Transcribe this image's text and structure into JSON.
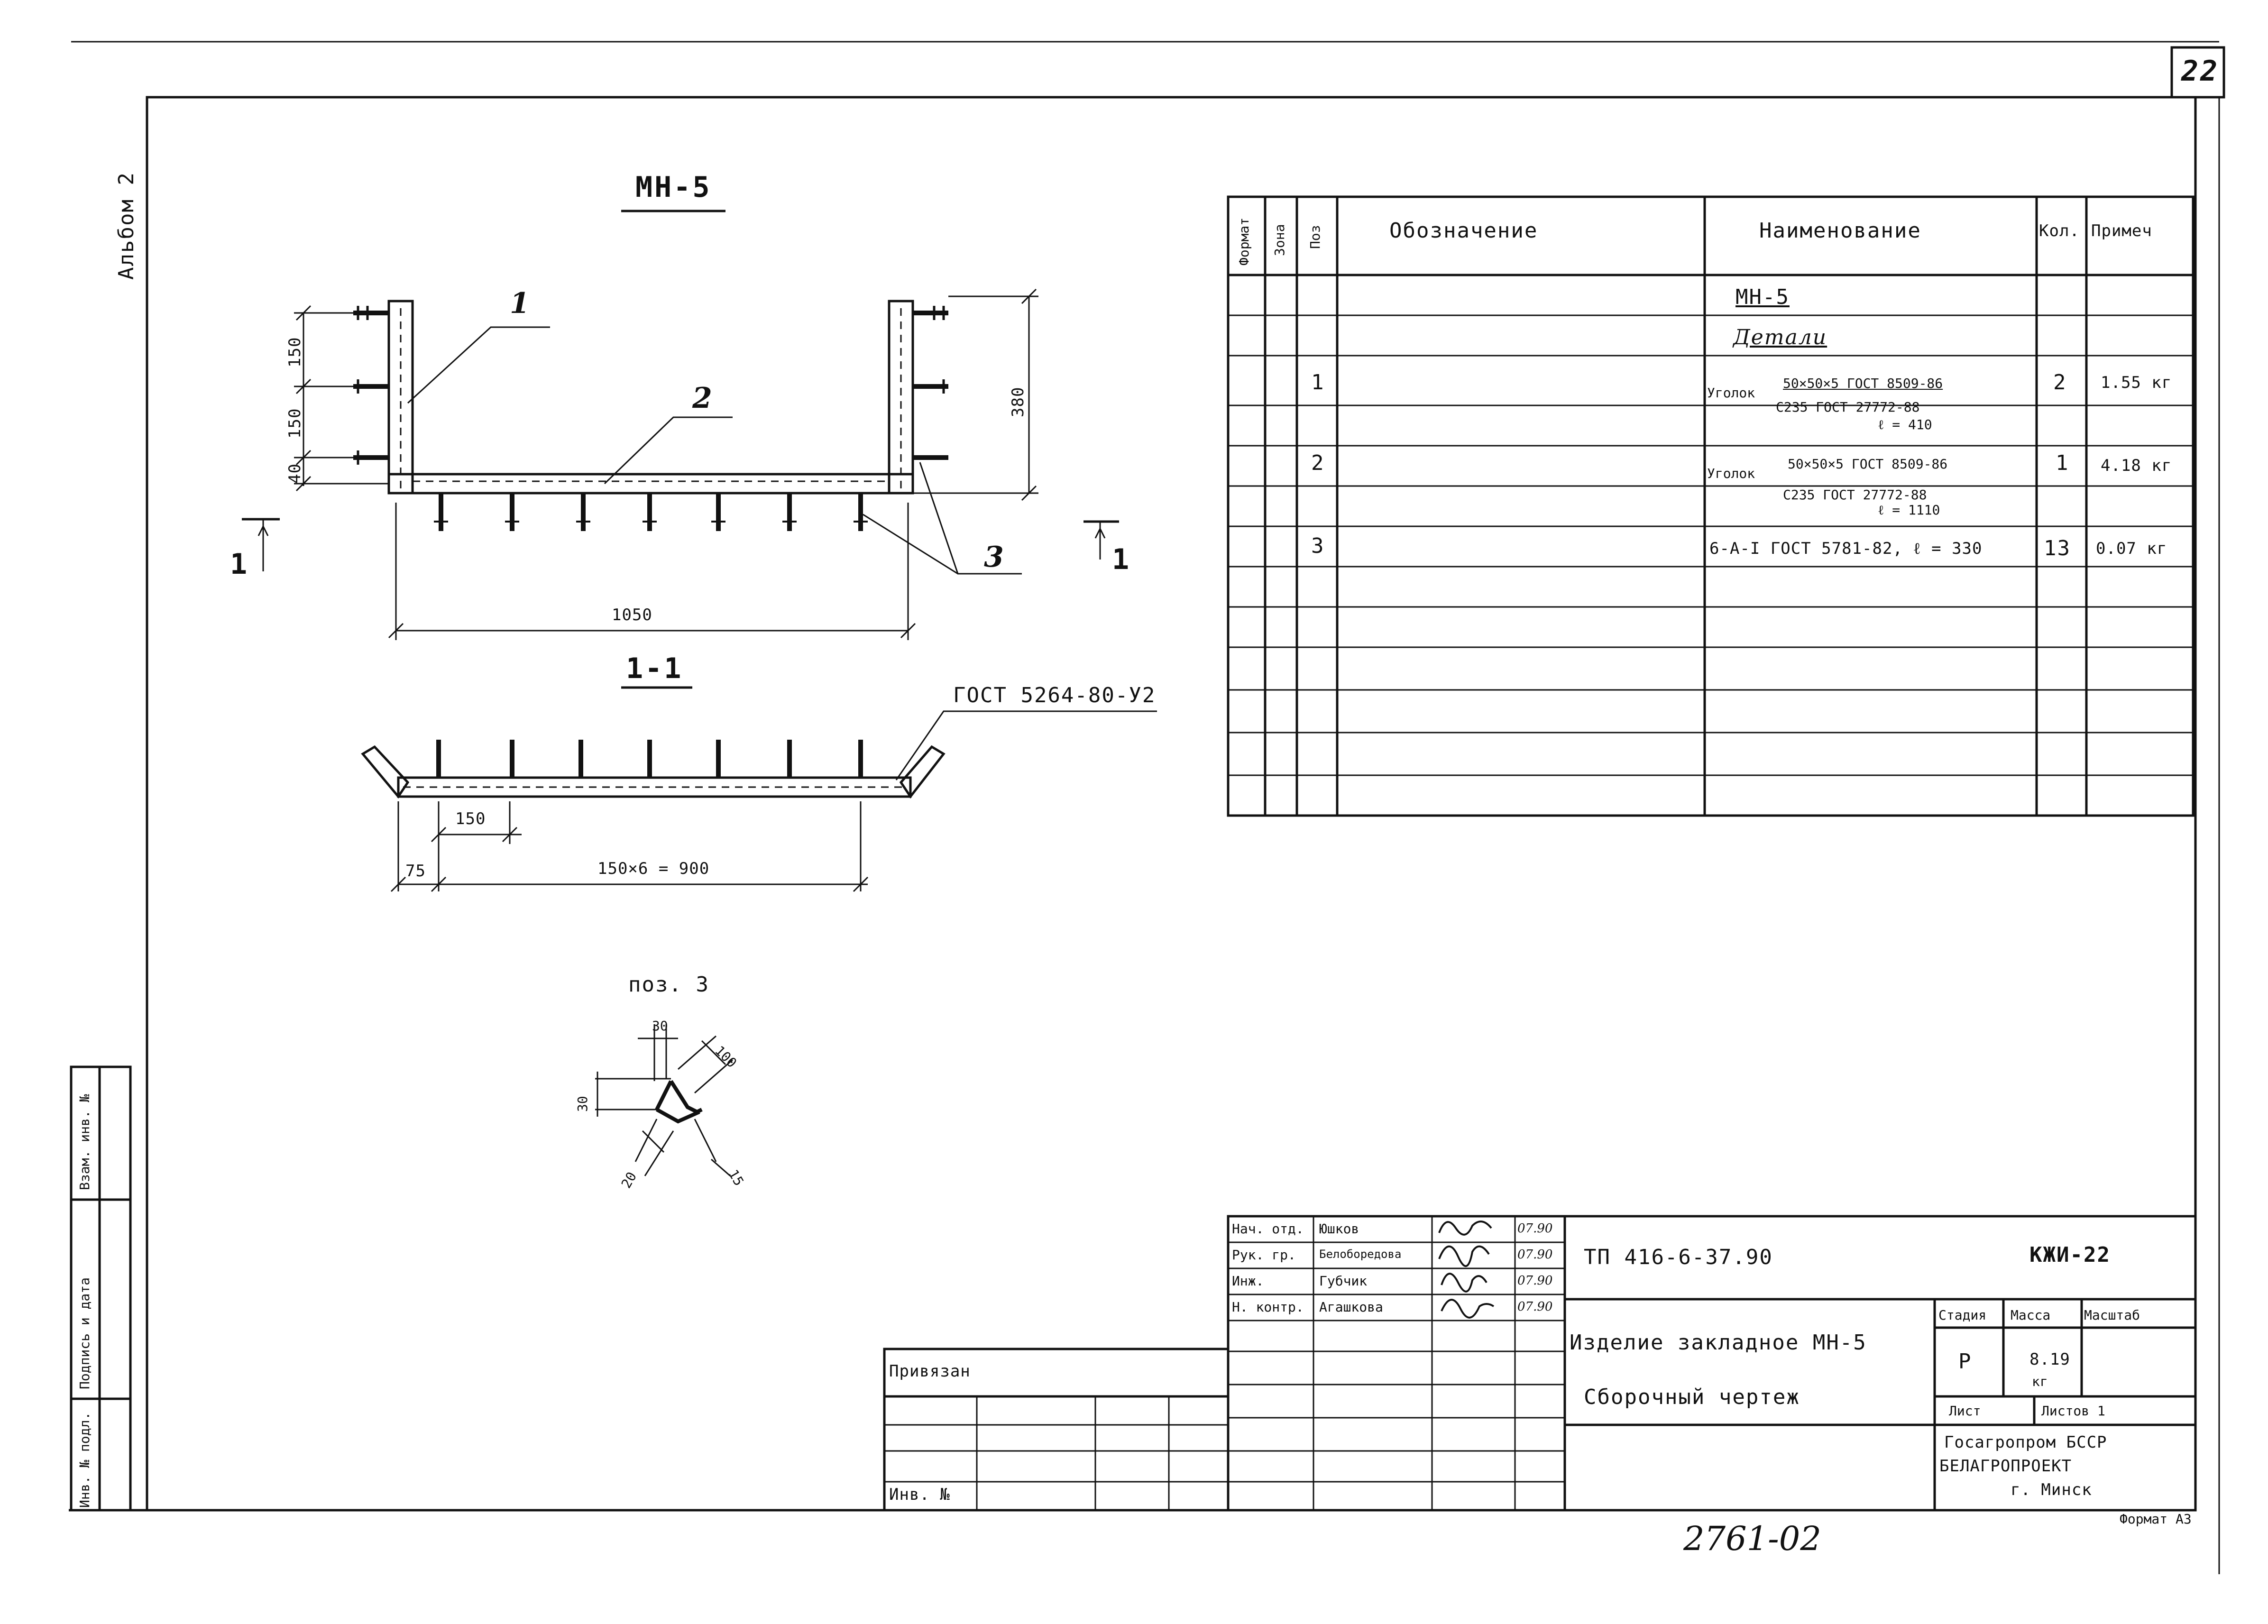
{
  "sheet": {
    "sheet_number": "22",
    "album": "Альбом 2",
    "format": "Формат А3",
    "archive_number": "2761-02"
  },
  "drawing": {
    "title_main": "МН-5",
    "section_title": "1-1",
    "detail_title": "поз. 3",
    "gost_weld": "ГОСТ 5264-80-У2",
    "section_marks": [
      "1",
      "1"
    ],
    "leaders": [
      "1",
      "2",
      "3"
    ],
    "dims_main": {
      "d150a": "150",
      "d150b": "150",
      "d40": "40",
      "d380": "380",
      "d1050": "1050"
    },
    "dims_section": {
      "d150": "150",
      "d75": "75",
      "d900": "150×6 = 900"
    },
    "dims_detail": {
      "d30a": "30",
      "d100": "100",
      "d30b": "30",
      "d20": "20",
      "d15": "15"
    }
  },
  "spec_table": {
    "headers": [
      "Формат",
      "Зона",
      "Поз",
      "Обозначение",
      "Наименование",
      "Кол.",
      "Примеч"
    ],
    "group_title": "МН-5",
    "group_subtitle": "Детали",
    "rows": [
      {
        "pos": "1",
        "name_prefix": "Уголок",
        "name_top": "50×50×5 ГОСТ 8509-86",
        "name_bottom": "С235 ГОСТ 27772-88",
        "name_note": "ℓ = 410",
        "qty": "2",
        "note": "1.55 кг"
      },
      {
        "pos": "2",
        "name_prefix": "Уголок",
        "name_top": "50×50×5 ГОСТ 8509-86",
        "name_bottom": "С235 ГОСТ 27772-88",
        "name_note": "ℓ = 1110",
        "qty": "1",
        "note": "4.18 кг"
      },
      {
        "pos": "3",
        "name_prefix": "",
        "name_top": "6-А-I ГОСТ 5781-82, ℓ = 330",
        "name_bottom": "",
        "name_note": "",
        "qty": "13",
        "note": "0.07 кг"
      }
    ]
  },
  "title_block": {
    "doc_code": "ТП 416-6-37.90",
    "sheet_code": "КЖИ-22",
    "roles": [
      "Нач. отд.",
      "Рук. гр.",
      "Инж.",
      "Н. контр."
    ],
    "names": [
      "Юшков",
      "Белоборедова",
      "Губчик",
      "Агашкова"
    ],
    "dates": [
      "07.90",
      "07.90",
      "07.90",
      "07.90"
    ],
    "title_line1": "Изделие закладное МН-5",
    "title_line2": "Сборочный чертеж",
    "stage_header": "Стадия",
    "mass_header": "Масса",
    "scale_header": "Масштаб",
    "stage": "Р",
    "mass": "8.19",
    "mass_unit": "кг",
    "sheet_label": "Лист",
    "sheets_label": "Листов 1",
    "org_line1": "Госагропром БССР",
    "org_line2": "БЕЛАГРОПРОЕКТ",
    "org_line3": "г. Минск",
    "privyazan": "Привязан",
    "inv_no": "Инв. №"
  },
  "left_stamp": [
    "Взам. инв. №",
    "Подпись и дата",
    "Инв. № подл."
  ]
}
